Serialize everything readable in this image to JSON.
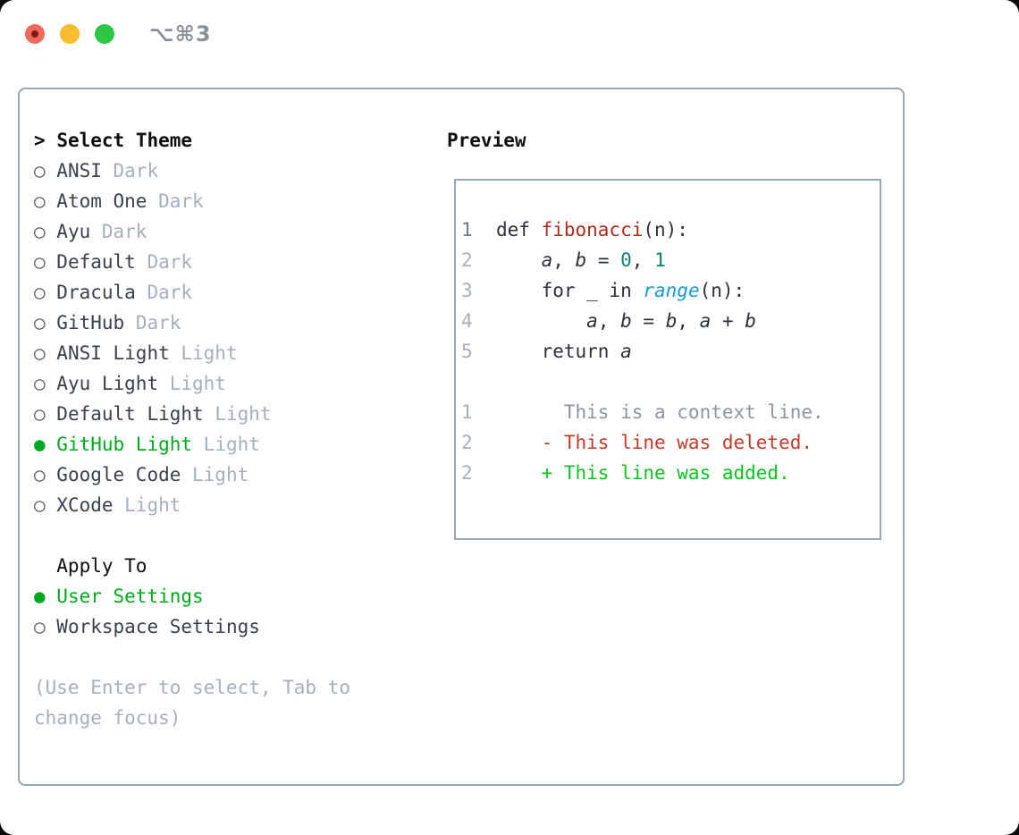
{
  "titlebar": {
    "title": "⌥⌘3"
  },
  "select_theme": {
    "prompt": ">",
    "title": "Select Theme",
    "marker_selected": "●",
    "marker_unselected": "○",
    "items": [
      {
        "name": "ANSI",
        "variant": "Dark",
        "selected": false
      },
      {
        "name": "Atom One",
        "variant": "Dark",
        "selected": false
      },
      {
        "name": "Ayu",
        "variant": "Dark",
        "selected": false
      },
      {
        "name": "Default",
        "variant": "Dark",
        "selected": false
      },
      {
        "name": "Dracula",
        "variant": "Dark",
        "selected": false
      },
      {
        "name": "GitHub",
        "variant": "Dark",
        "selected": false
      },
      {
        "name": "ANSI Light",
        "variant": "Light",
        "selected": false
      },
      {
        "name": "Ayu Light",
        "variant": "Light",
        "selected": false
      },
      {
        "name": "Default Light",
        "variant": "Light",
        "selected": false
      },
      {
        "name": "GitHub Light",
        "variant": "Light",
        "selected": true
      },
      {
        "name": "Google Code",
        "variant": "Light",
        "selected": false
      },
      {
        "name": "XCode",
        "variant": "Light",
        "selected": false
      }
    ]
  },
  "apply_to": {
    "title": "Apply To",
    "items": [
      {
        "name": "User Settings",
        "selected": true
      },
      {
        "name": "Workspace Settings",
        "selected": false
      }
    ]
  },
  "help": [
    "(Use Enter to select, Tab to",
    "change focus)"
  ],
  "preview": {
    "title": "Preview",
    "lines": [
      {
        "num": "1",
        "num_style": "dark",
        "segments": [
          {
            "t": "def ",
            "c": "plain"
          },
          {
            "t": "fibonacci",
            "c": "func"
          },
          {
            "t": "(n):",
            "c": "plain"
          }
        ]
      },
      {
        "num": "2",
        "num_style": "light",
        "segments": [
          {
            "t": "    ",
            "c": "plain"
          },
          {
            "t": "a",
            "c": "var"
          },
          {
            "t": ", ",
            "c": "plain"
          },
          {
            "t": "b",
            "c": "var"
          },
          {
            "t": " = ",
            "c": "plain"
          },
          {
            "t": "0",
            "c": "num"
          },
          {
            "t": ", ",
            "c": "plain"
          },
          {
            "t": "1",
            "c": "num"
          }
        ]
      },
      {
        "num": "3",
        "num_style": "light",
        "segments": [
          {
            "t": "    for _ in ",
            "c": "plain"
          },
          {
            "t": "range",
            "c": "builtin"
          },
          {
            "t": "(n):",
            "c": "plain"
          }
        ]
      },
      {
        "num": "4",
        "num_style": "light",
        "segments": [
          {
            "t": "        ",
            "c": "plain"
          },
          {
            "t": "a",
            "c": "var"
          },
          {
            "t": ", ",
            "c": "plain"
          },
          {
            "t": "b",
            "c": "var"
          },
          {
            "t": " = ",
            "c": "plain"
          },
          {
            "t": "b",
            "c": "var"
          },
          {
            "t": ", ",
            "c": "plain"
          },
          {
            "t": "a",
            "c": "var"
          },
          {
            "t": " + ",
            "c": "plain"
          },
          {
            "t": "b",
            "c": "var"
          }
        ]
      },
      {
        "num": "5",
        "num_style": "light",
        "segments": [
          {
            "t": "    return ",
            "c": "plain"
          },
          {
            "t": "a",
            "c": "var"
          }
        ]
      },
      {
        "blank": true
      },
      {
        "num": "1",
        "num_style": "light",
        "segments": [
          {
            "t": "      This is a context line.",
            "c": "context"
          }
        ]
      },
      {
        "num": "2",
        "num_style": "light",
        "segments": [
          {
            "t": "    - This line was deleted.",
            "c": "deleted"
          }
        ]
      },
      {
        "num": "2",
        "num_style": "light",
        "segments": [
          {
            "t": "    + This line was added.",
            "c": "added"
          }
        ]
      }
    ]
  },
  "colors": {
    "accent_green": "#00a821",
    "added_green": "#0cc122",
    "deleted_red": "#c43a2a",
    "func_red": "#b02b1e",
    "builtin_blue": "#1a9ad6",
    "number_teal": "#0d8076",
    "text_dark": "#3a414a",
    "code_dark": "#2b3138",
    "muted_gray": "#a6afbb",
    "context_gray": "#8d959e",
    "marker_gray": "#50565c",
    "border_gray": "#9aa6b2",
    "header_black": "#0c0e10",
    "line_number_dark": "#6f7881",
    "title_gray": "#8a9199",
    "traffic_red": "#ee6a5f",
    "traffic_red_dot": "#7e1915",
    "traffic_yellow": "#f5bd2f",
    "traffic_green": "#2fc646"
  }
}
